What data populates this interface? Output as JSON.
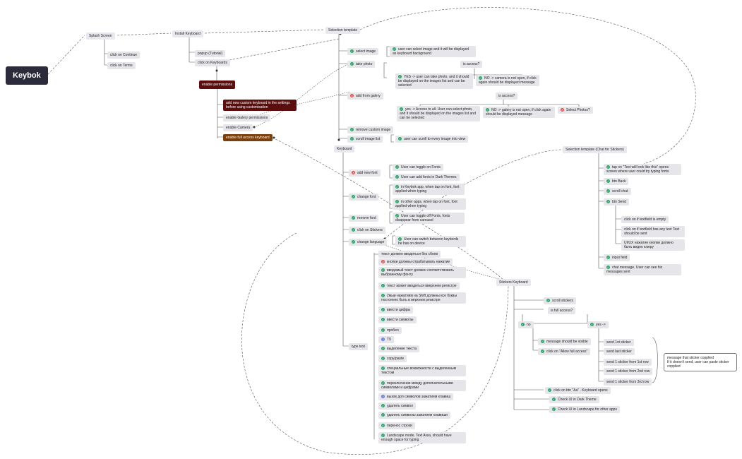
{
  "root": "Keybok",
  "splash": {
    "title": "Splash Screen",
    "continue": "click on Continue",
    "terms": "click on Terms"
  },
  "install": {
    "title": "Install Keyboard",
    "popup": "popup (Tutorial)",
    "click_keyboards": "click on Keyboards"
  },
  "permissions": {
    "title": "enable permissions",
    "add_custom": "add new custom keyboard in the settings before using customisation",
    "gallery": "enable Galery permissions",
    "camera": "enable Camera",
    "full_access": "enable full access keyboard"
  },
  "selection": {
    "title": "Selection template",
    "select_image": "select image",
    "select_image_note": "user can select image and it will be displayed as keyboard background",
    "take_photo": "take photo",
    "is_access": "is access?",
    "photo_yes": "YES -> user can take photo, and it should be displayed on the images list and can be selected",
    "photo_no": "NO -> camera is not open, if click again should be displayed message",
    "add_gallery": "add from galery",
    "is_access2": "is access?",
    "gallery_yes": "yes -> Access to all. User can select photo, and it should be displayed on the images list and can be selected",
    "gallery_no": "NO -> galery is not open, if click again should be displayed message",
    "select_photos": "Select Photos?",
    "remove_custom": "remove custom image",
    "scroll_list": "scroll image list",
    "scroll_note": "user can scroll to every image into view"
  },
  "keyboard": {
    "title": "Keyboard",
    "add_font": "add new font",
    "toggle_fonts": "User can toggle on Fonts",
    "dark_fonts": "User can add fonts in Dark Themes",
    "change_font": "change font",
    "change_1": "in Keybok app, when tap on font, font applied when typing",
    "change_2": "in other apps, when tap on font, font applied when typing",
    "remove_font": "remove font",
    "remove_note": "User can toggle off Fonts, fonts disappear from carousel",
    "stickers": "click on Stickers",
    "change_lang": "change language",
    "lang_note": "User can switch between keybords he has on device",
    "type_text": "type text",
    "type_items": [
      {
        "icon": "none",
        "text": "текст должен вводиться без сбоев"
      },
      {
        "icon": "no",
        "text": "кнопки должны отрабатывать нажатие"
      },
      {
        "icon": "ok",
        "text": "вводимый текст должен соответствовать выбранному фонту"
      },
      {
        "icon": "ok",
        "text": "текст может вводиться вверхнем регистре"
      },
      {
        "icon": "ok",
        "text": "2мыи нажатиям на Shift должны все буквы постоянно быть в верхнем регистре"
      },
      {
        "icon": "ok",
        "text": "ввести цифры"
      },
      {
        "icon": "ok",
        "text": "ввести символы"
      },
      {
        "icon": "ok",
        "text": "пробел"
      },
      {
        "icon": "q",
        "text": "T9"
      },
      {
        "icon": "ok",
        "text": "выделение текста"
      },
      {
        "icon": "ok",
        "text": "copy/paste"
      },
      {
        "icon": "ok",
        "text": "специальные возможности с выделенным текстом"
      },
      {
        "icon": "ok",
        "text": "переключение между дополнительными символами и цифрами"
      },
      {
        "icon": "q",
        "text": "вызов доп символов зажатием клавиш"
      },
      {
        "icon": "ok",
        "text": "удалить символ"
      },
      {
        "icon": "ok",
        "text": "удалить символы зажатием клавиши"
      },
      {
        "icon": "ok",
        "text": "перенос строки"
      },
      {
        "icon": "ok",
        "text": "Landscape mode. Text Area, should have enough space for typing"
      }
    ]
  },
  "chat": {
    "title": "Selection template (Chat for Stickers)",
    "tap_text": "tap on \"Text will look like this\" opens screen where user could try typing fonts",
    "btn_back": "btn Back",
    "scroll_chat": "scroll chat",
    "btn_send": "btn Send",
    "send_1": "click on if textfield is empty",
    "send_2": "click on if textfield has any text Text should be sent",
    "send_3": "UI/UX нажатие кнопки должно быть видно юзеру",
    "input": "input field",
    "chat_msg": "chat message. User can see his messages sent"
  },
  "stickers": {
    "title": "Stickers Keyboard",
    "scroll": "scroll stickers",
    "is_full": "is full access?",
    "no": "no",
    "yes": "yes ->",
    "msg_visible": "message should be visible",
    "allow_full": "click on \"Allow full access\"",
    "send_items": [
      "send 1st sticker",
      "send last sticker",
      "send 1 sticker from 1st row",
      "send 1 sticker from 2nd row",
      "send 1 sticker from 3rd row"
    ],
    "note": "message that sticker copplied\nIf it doesn't send, user can paste sticker copplied",
    "aa": "click on btn \"Aa\" . Keyboard opens",
    "dark": "Check UI in Dark Theme",
    "landscape": "Check UI in Landscape for other apps"
  }
}
